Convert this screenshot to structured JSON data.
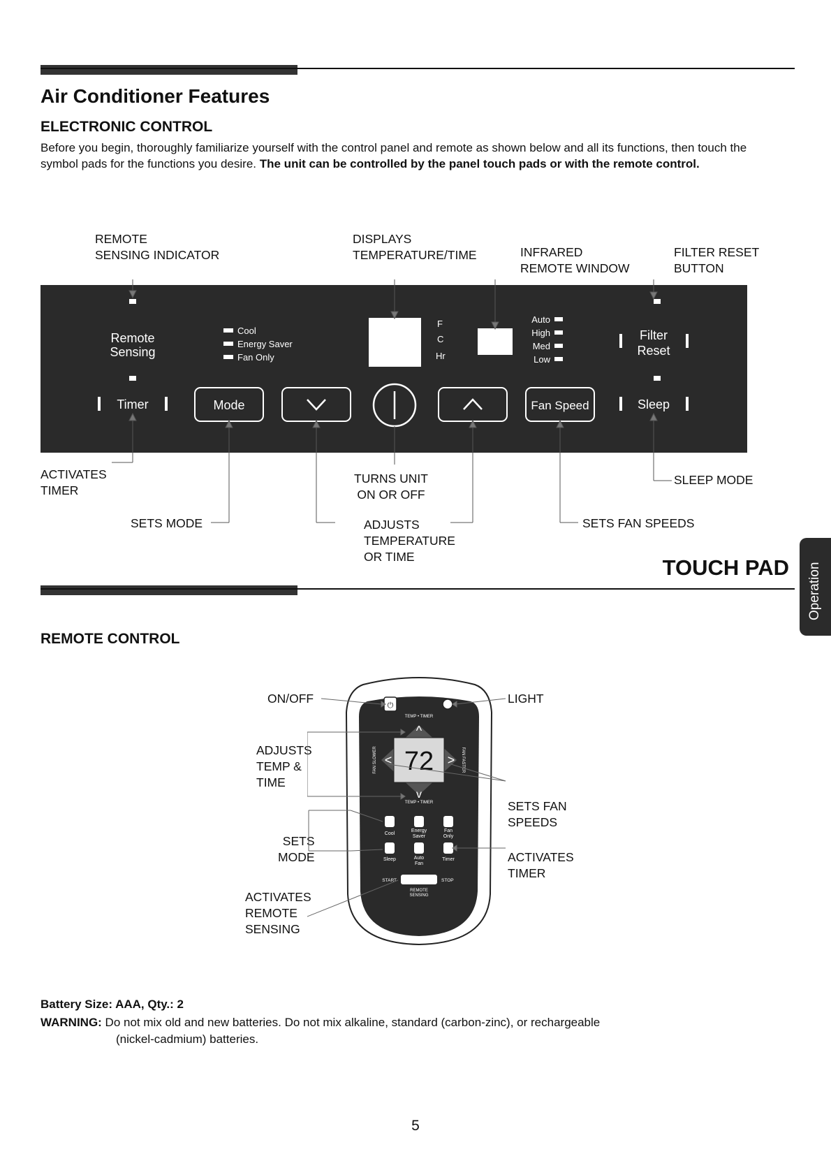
{
  "title": "Air Conditioner Features",
  "electronic_control": {
    "heading": "ELECTRONIC CONTROL",
    "intro_plain": "Before you begin, thoroughly familiarize yourself with the control panel and remote as shown below and all its functions, then touch the symbol pads for the functions you desire. ",
    "intro_bold": "The unit can be controlled by the panel touch pads or with the remote control."
  },
  "panel": {
    "callouts": {
      "remote_sensing_indicator": "REMOTE\nSENSING INDICATOR",
      "displays_temp_time": "DISPLAYS\nTEMPERATURE/TIME",
      "infrared_window": "INFRARED\nREMOTE WINDOW",
      "filter_reset_button": "FILTER RESET\nBUTTON",
      "activates_timer": "ACTIVATES\nTIMER",
      "sets_mode": "SETS MODE",
      "turns_unit_on_off": "TURNS UNIT\nON OR OFF",
      "adjusts_temp_time": "ADJUSTS\nTEMPERATURE\nOR TIME",
      "sleep_mode": "SLEEP MODE",
      "sets_fan_speeds": "SETS FAN SPEEDS"
    },
    "labels": {
      "remote": "Remote",
      "sensing": "Sensing",
      "timer": "Timer",
      "cool": "Cool",
      "energy_saver": "Energy Saver",
      "fan_only": "Fan Only",
      "mode": "Mode",
      "unit_f": "F",
      "unit_c": "C",
      "unit_hr": "Hr",
      "auto": "Auto",
      "high": "High",
      "med": "Med",
      "low": "Low",
      "fan_speed": "Fan Speed",
      "filter": "Filter",
      "reset": "Reset",
      "sleep": "Sleep"
    }
  },
  "touch_pad_label": "TOUCH PAD",
  "side_tab": "Operation",
  "remote_control": {
    "heading": "REMOTE CONTROL",
    "callouts": {
      "on_off": "ON/OFF",
      "light": "LIGHT",
      "adjusts_temp_time": "ADJUSTS\nTEMP &\nTIME",
      "sets_fan_speeds": "SETS FAN\nSPEEDS",
      "sets_mode": "SETS\nMODE",
      "activates_timer": "ACTIVATES\nTIMER",
      "activates_remote_sensing": "ACTIVATES\nREMOTE\nSENSING"
    },
    "labels": {
      "temp_timer_top": "TEMP • TIMER",
      "temp_timer_bottom": "TEMP • TIMER",
      "fan_slower": "FAN SLOWER",
      "fan_faster": "FAN FASTER",
      "display_value": "72",
      "cool": "Cool",
      "energy": "Energy",
      "saver": "Saver",
      "fan": "Fan",
      "only": "Only",
      "sleep": "Sleep",
      "auto": "Auto",
      "fan2": "Fan",
      "timer": "Timer",
      "start": "START",
      "stop": "STOP",
      "remote": "REMOTE",
      "sensing": "SENSING"
    }
  },
  "battery": {
    "text": "Battery Size: AAA, Qty.: 2",
    "warning_label": "WARNING:",
    "warning_line1": " Do not mix old and new batteries. Do not mix alkaline, standard (carbon-zinc), or rechargeable",
    "warning_line2": "(nickel-cadmium) batteries."
  },
  "page_number": "5",
  "colors": {
    "panel": "#2a2a2a",
    "ink": "#111111",
    "light_display": "#d9d9d9"
  }
}
